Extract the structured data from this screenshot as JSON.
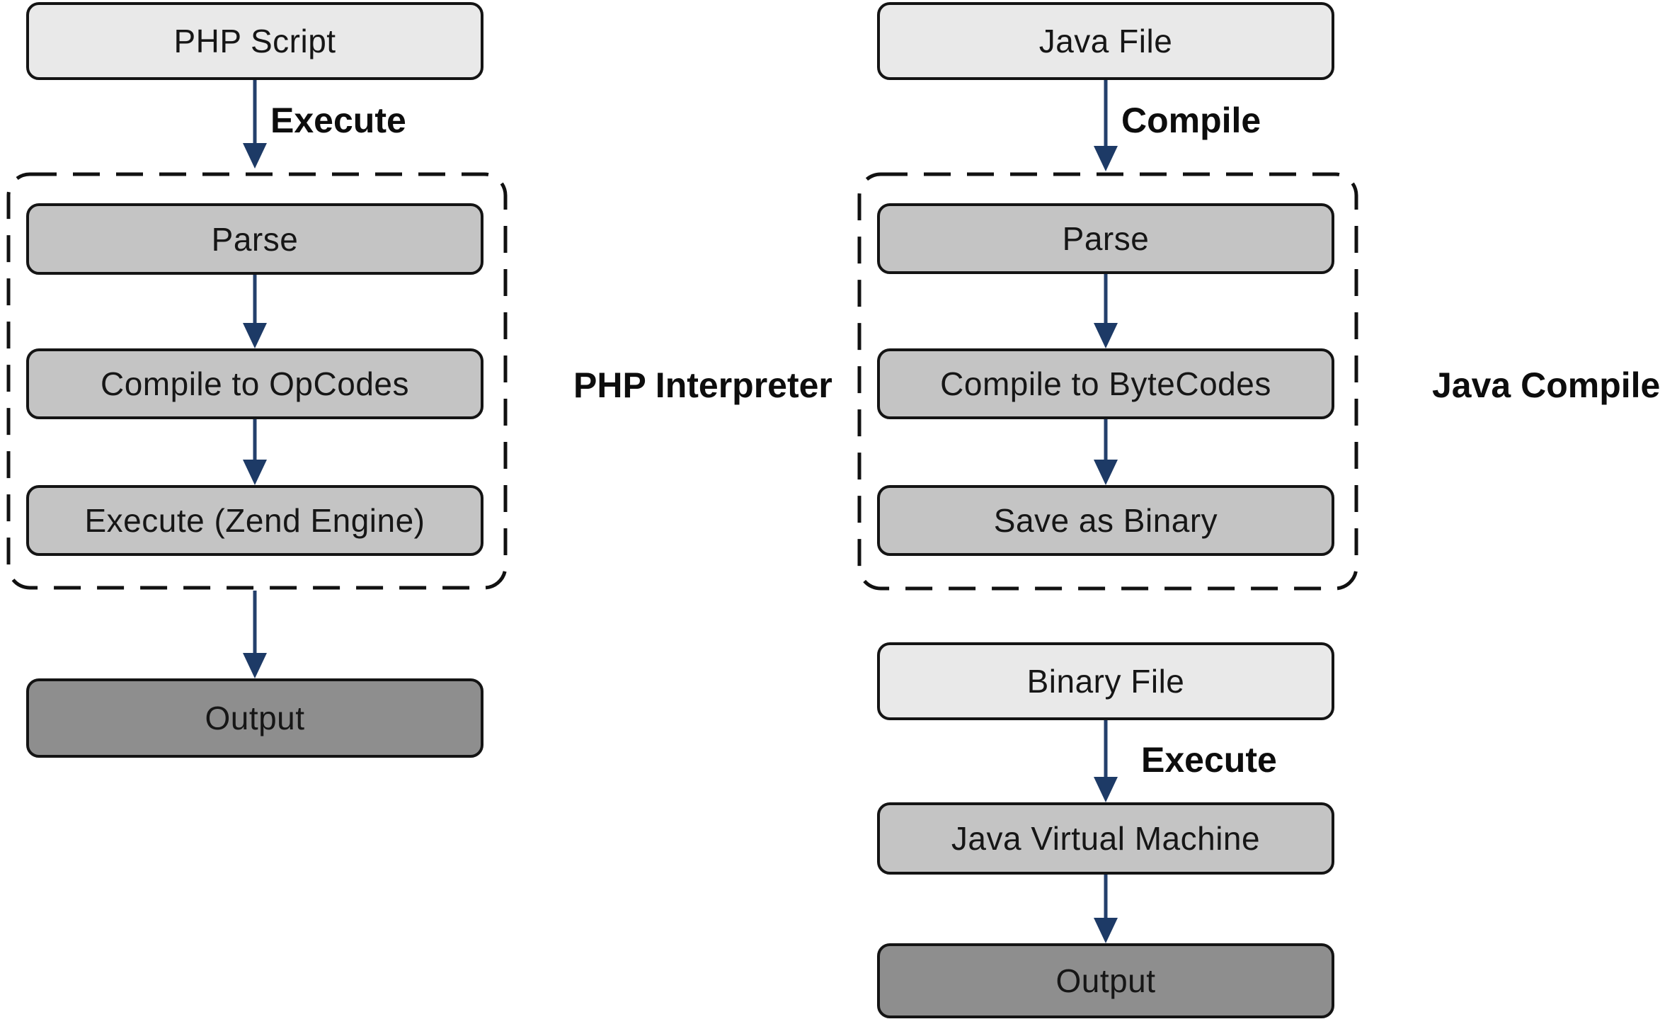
{
  "php_flow": {
    "source": "PHP Script",
    "edge_label": "Execute",
    "container_label": "PHP Interpreter",
    "steps": [
      "Parse",
      "Compile to OpCodes",
      "Execute (Zend Engine)"
    ],
    "output": "Output"
  },
  "java_flow": {
    "source": "Java File",
    "compile_edge_label": "Compile",
    "container_label": "Java Compiler",
    "steps": [
      "Parse",
      "Compile to ByteCodes",
      "Save as Binary"
    ],
    "binary_file": "Binary File",
    "execute_edge_label": "Execute",
    "vm": "Java Virtual Machine",
    "output": "Output"
  },
  "colors": {
    "box_light": "#e9e9e9",
    "box_medium": "#c4c4c4",
    "box_dark": "#8e8e8e",
    "arrow": "#1f3a64",
    "border": "#141414",
    "background": "#ffffff"
  }
}
